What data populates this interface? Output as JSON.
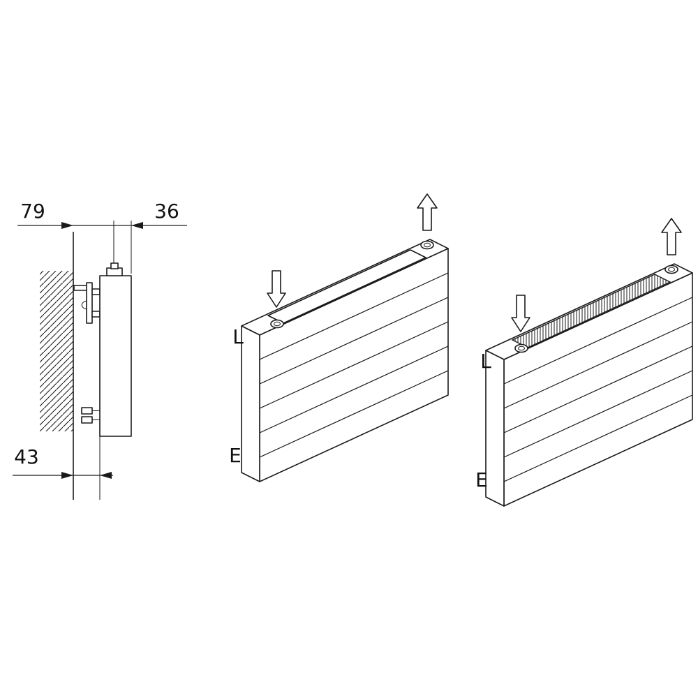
{
  "side_view": {
    "dim_top_left": "79",
    "dim_top_right": "36",
    "dim_bottom": "43"
  },
  "iso_open": {
    "top_label": "L",
    "bottom_label": "E"
  },
  "iso_grille": {
    "top_label": "L",
    "bottom_label": "E"
  },
  "colors": {
    "line": "#1a1a1a",
    "background": "#ffffff"
  }
}
